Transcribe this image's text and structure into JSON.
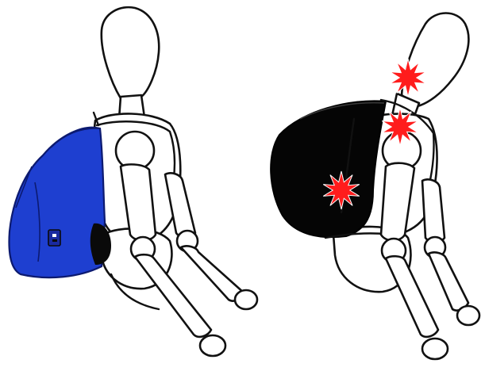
{
  "figures": [
    {
      "id": "left-figure",
      "backpack_style": "properly-worn",
      "backpack_color": "#1e3fd0",
      "bottom_pocket_color": "#0a0a0a"
    },
    {
      "id": "right-figure",
      "backpack_style": "improperly-worn",
      "backpack_color": "#050505",
      "pain_marker_color": "#ff1c1c",
      "pain_marker_count": 3
    }
  ],
  "icons": [
    "mannequin",
    "backpack",
    "pain-burst"
  ],
  "colors": {
    "background": "#ffffff",
    "outline": "#111111"
  }
}
